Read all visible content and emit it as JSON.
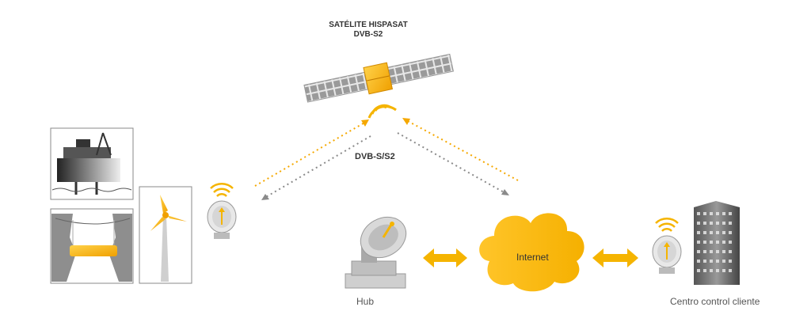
{
  "satellite": {
    "name": "SATÉLITE HISPASAT",
    "standard": "DVB-S2"
  },
  "link_label": "DVB-S/S2",
  "hub_label": "Hub",
  "cloud_label": "Internet",
  "client_label": "Centro control cliente",
  "colors": {
    "accent": "#f5b400",
    "accent_dark": "#e08a00",
    "uplink_dots": "#f5a800",
    "downlink_dots": "#8a8a8a",
    "frame": "#888888"
  },
  "icons": [
    "satellite-icon",
    "oil-platform-icon",
    "dam-icon",
    "wind-turbine-icon",
    "vsat-terminal-icon",
    "hub-antenna-icon",
    "internet-cloud-icon",
    "office-building-icon",
    "double-arrow-icon"
  ]
}
